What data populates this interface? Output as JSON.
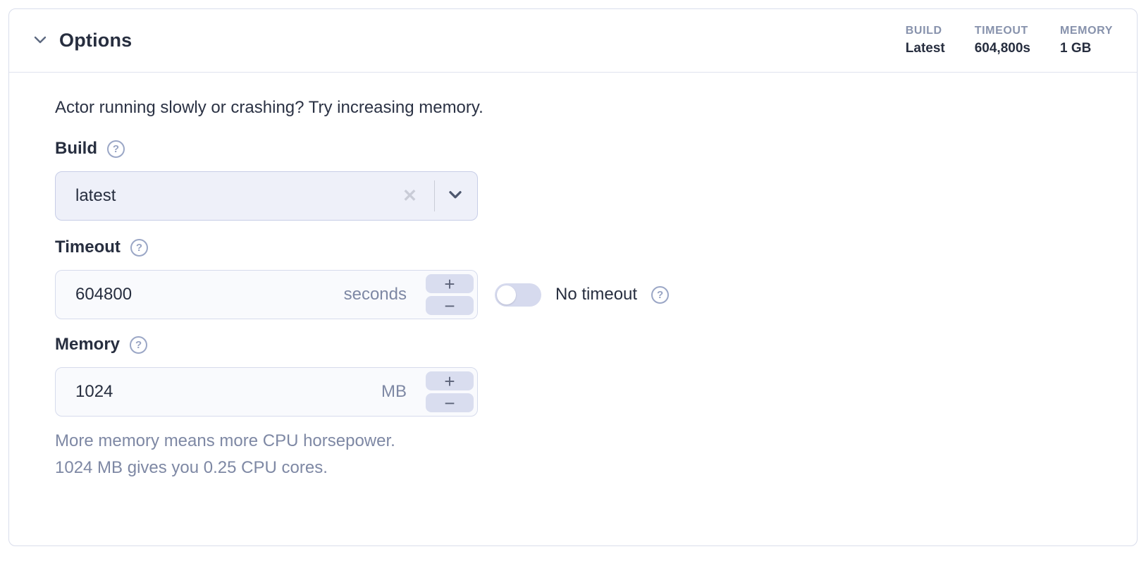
{
  "header": {
    "title": "Options",
    "summary": [
      {
        "label": "BUILD",
        "value": "Latest"
      },
      {
        "label": "TIMEOUT",
        "value": "604,800s"
      },
      {
        "label": "MEMORY",
        "value": "1 GB"
      }
    ]
  },
  "body": {
    "intro": "Actor running slowly or crashing? Try increasing memory.",
    "build": {
      "label": "Build",
      "value": "latest"
    },
    "timeout": {
      "label": "Timeout",
      "value": "604800",
      "unit": "seconds",
      "toggle_label": "No timeout",
      "toggle_state": "off"
    },
    "memory": {
      "label": "Memory",
      "value": "1024",
      "unit": "MB",
      "helper_line1": "More memory means more CPU horsepower.",
      "helper_line2": "1024 MB gives you 0.25 CPU cores."
    }
  },
  "controls": {
    "help_glyph": "?",
    "clear_glyph": "✕",
    "increment_glyph": "+",
    "decrement_glyph": "−"
  },
  "colors": {
    "card_border": "#d9ddeb",
    "text_dark": "#272e3f",
    "text_muted": "#7e88a4",
    "summary_label": "#8792ac",
    "combobox_bg": "#eef0f9",
    "input_bg": "#f9fafd",
    "stepper_bg": "#d9ddef",
    "toggle_track_off": "#d6daee"
  }
}
